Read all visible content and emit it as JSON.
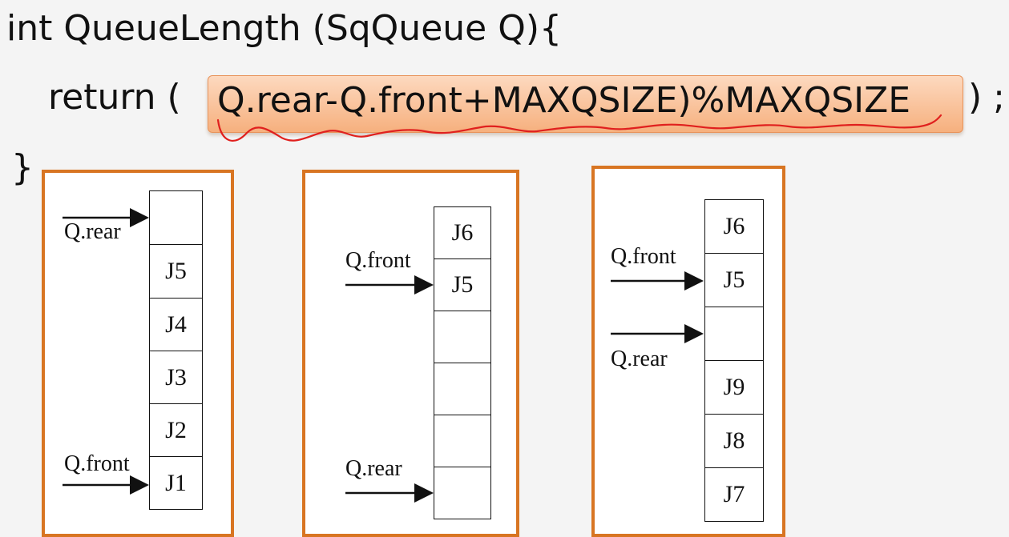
{
  "code": {
    "line1": "int  QueueLength (SqQueue Q){",
    "line2_prefix": "return (",
    "line2_expression": "Q.rear-Q.front+MAXQSIZE)%MAXQSIZE",
    "line2_suffix": ")  ;",
    "line3": "}"
  },
  "colors": {
    "highlight": "#f6b07e",
    "panel_border": "#d87522",
    "annotation_underline": "#e0201e"
  },
  "diagrams": [
    {
      "cells": [
        "",
        "J5",
        "J4",
        "J3",
        "J2",
        "J1"
      ],
      "pointers": [
        {
          "label": "Q.rear",
          "points_to_index": 0
        },
        {
          "label": "Q.front",
          "points_to_index": 5
        }
      ]
    },
    {
      "cells": [
        "J6",
        "J5",
        "",
        "",
        "",
        ""
      ],
      "pointers": [
        {
          "label": "Q.front",
          "points_to_index": 1
        },
        {
          "label": "Q.rear",
          "points_to_index": 5
        }
      ]
    },
    {
      "cells": [
        "J6",
        "J5",
        "",
        "J9",
        "J8",
        "J7"
      ],
      "pointers": [
        {
          "label": "Q.front",
          "points_to_index": 1
        },
        {
          "label": "Q.rear",
          "points_to_index": 2
        }
      ]
    }
  ]
}
